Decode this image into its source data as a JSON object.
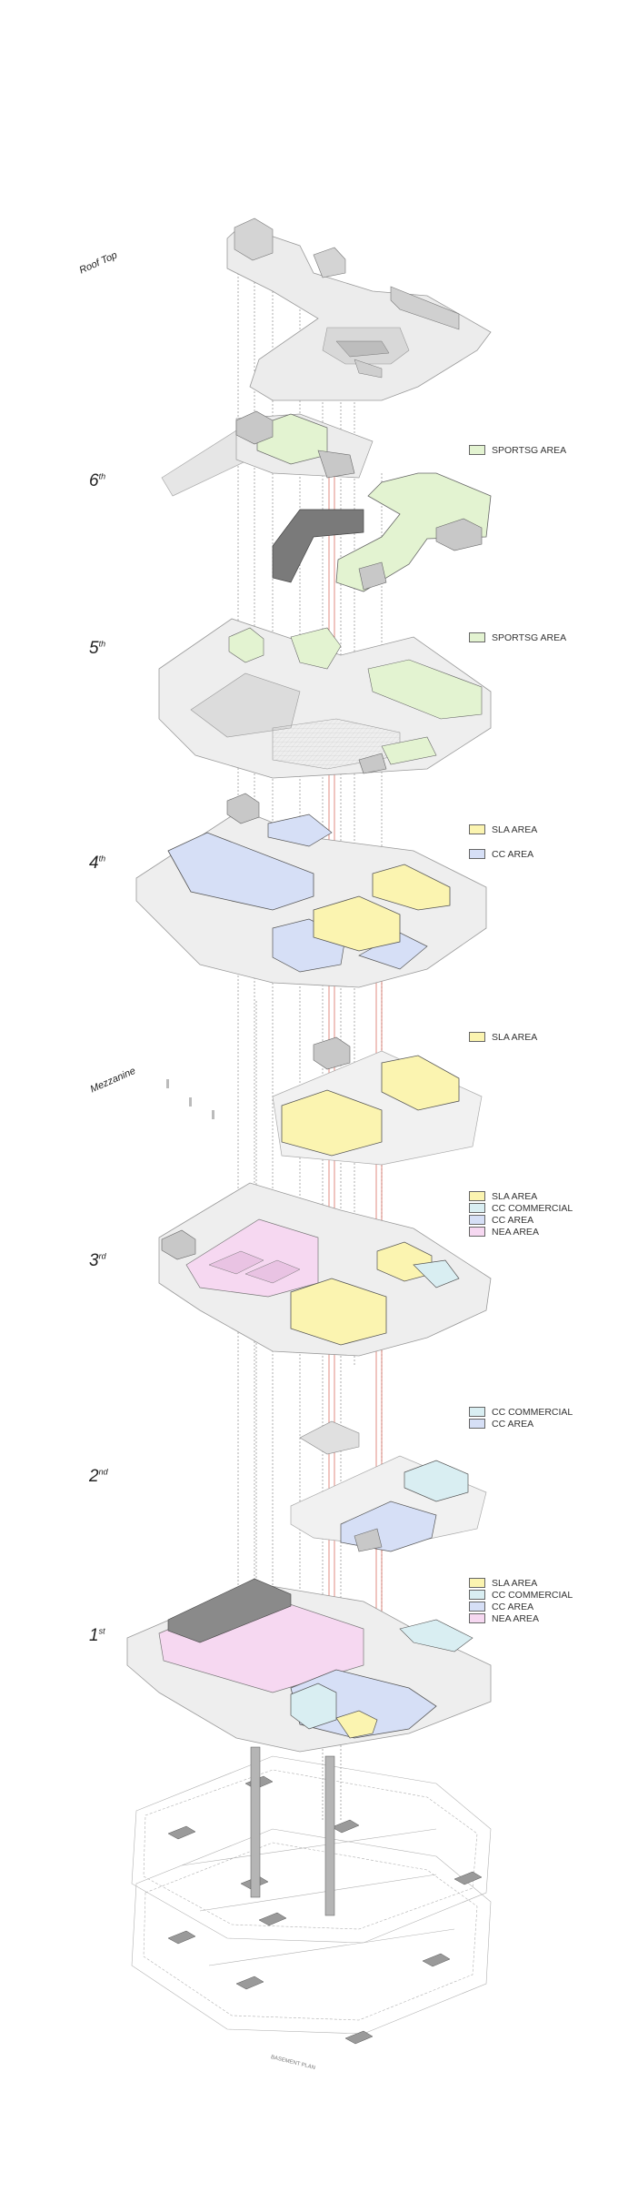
{
  "colors": {
    "sportsg": "#e3f3d1",
    "sla": "#fbf4b0",
    "cc_commercial": "#d9eef2",
    "cc": "#d6dff6",
    "nea": "#f6d8f1",
    "slab": "#ececec",
    "block": "#c8c8c8",
    "line": "#8a8a8a",
    "red_line": "#d45a4a"
  },
  "floors": [
    {
      "name": "Roof Top",
      "sup": ""
    },
    {
      "name": "6",
      "sup": "th"
    },
    {
      "name": "5",
      "sup": "th"
    },
    {
      "name": "4",
      "sup": "th"
    },
    {
      "name": "Mezzanine",
      "sup": ""
    },
    {
      "name": "3",
      "sup": "rd"
    },
    {
      "name": "2",
      "sup": "nd"
    },
    {
      "name": "1",
      "sup": "st"
    }
  ],
  "legends": [
    {
      "items": [
        {
          "label": "SPORTSG AREA",
          "color_key": "sportsg"
        }
      ]
    },
    {
      "items": [
        {
          "label": "SPORTSG AREA",
          "color_key": "sportsg"
        }
      ]
    },
    {
      "items": [
        {
          "label": "SLA AREA",
          "color_key": "sla"
        },
        {
          "label": "CC AREA",
          "color_key": "cc"
        }
      ]
    },
    {
      "items": [
        {
          "label": "SLA AREA",
          "color_key": "sla"
        }
      ]
    },
    {
      "items": [
        {
          "label": "SLA AREA",
          "color_key": "sla"
        },
        {
          "label": "CC COMMERCIAL",
          "color_key": "cc_commercial"
        },
        {
          "label": "CC AREA",
          "color_key": "cc"
        },
        {
          "label": "NEA AREA",
          "color_key": "nea"
        }
      ]
    },
    {
      "items": [
        {
          "label": "CC COMMERCIAL",
          "color_key": "cc_commercial"
        },
        {
          "label": "CC AREA",
          "color_key": "cc"
        }
      ]
    },
    {
      "items": [
        {
          "label": "SLA AREA",
          "color_key": "sla"
        },
        {
          "label": "CC COMMERCIAL",
          "color_key": "cc_commercial"
        },
        {
          "label": "CC AREA",
          "color_key": "cc"
        },
        {
          "label": "NEA AREA",
          "color_key": "nea"
        }
      ]
    }
  ],
  "plan_note": "BASEMENT PLAN"
}
